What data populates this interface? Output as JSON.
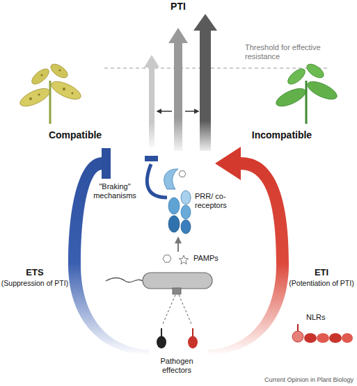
{
  "diagram": {
    "labels": [
      "PTI",
      "Threshold for effective resistance",
      "Compatible",
      "Incompatible",
      "\"Braking\" mechanisms",
      "PRR/ co-receptors",
      "ETS",
      "(Suppression of PTI)",
      "ETI",
      "(Potentiation of PTI)",
      "PAMPs",
      "NLRs",
      "Pathogen effectors",
      "Current Opinion in Plant Biology"
    ]
  }
}
